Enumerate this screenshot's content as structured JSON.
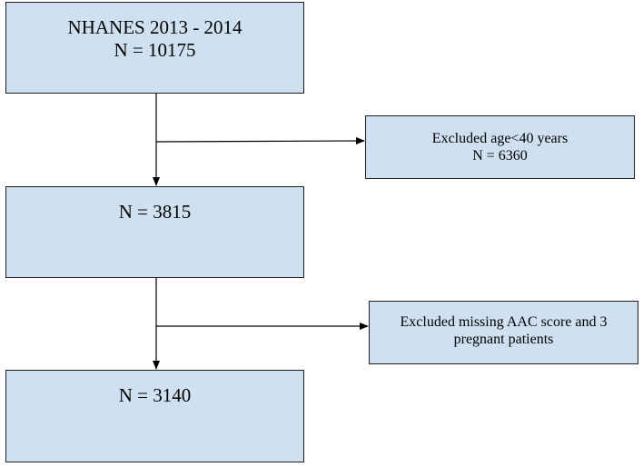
{
  "boxes": {
    "start": {
      "line1": "NHANES 2013 - 2014",
      "line2": "N = 10175"
    },
    "after_age": {
      "line1": "N = 3815"
    },
    "final": {
      "line1": "N = 3140"
    }
  },
  "exclusions": {
    "age": {
      "line1": "Excluded age<40 years",
      "line2": "N = 6360"
    },
    "missing": {
      "line1": "Excluded missing AAC score and 3",
      "line2": "pregnant patients"
    }
  },
  "colors": {
    "box_fill": "#cfe0f0",
    "border": "#1f1f1f",
    "arrow": "#000000"
  }
}
